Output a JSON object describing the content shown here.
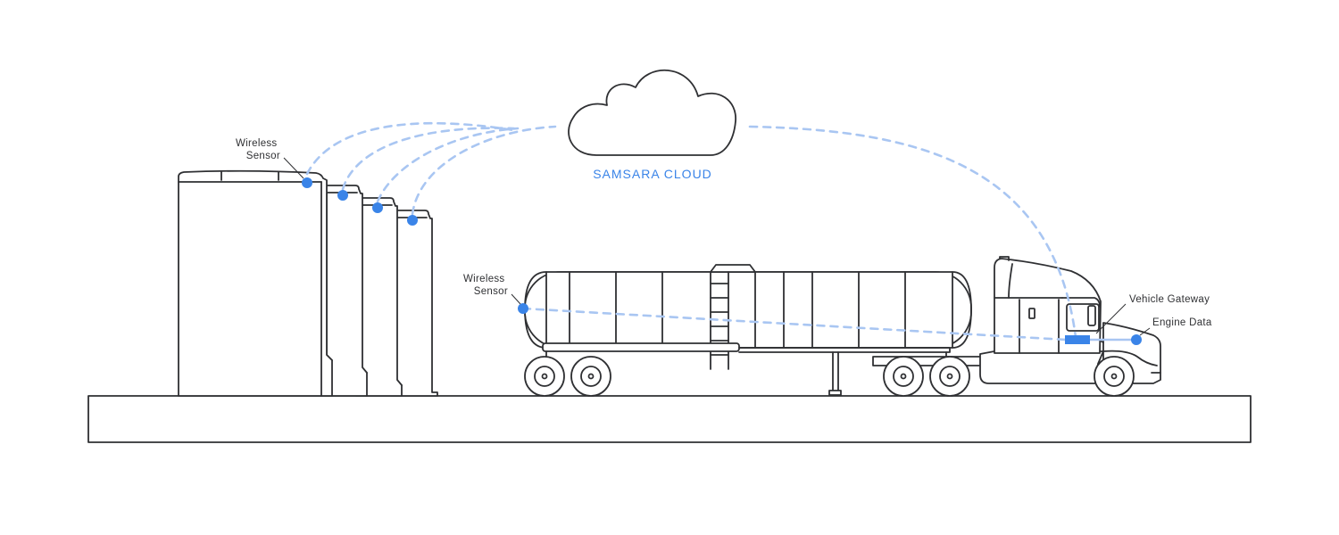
{
  "cloud": {
    "label": "SAMSARA CLOUD"
  },
  "labels": {
    "tank_sensor": [
      "Wireless",
      "Sensor"
    ],
    "trailer_sensor": [
      "Wireless",
      "Sensor"
    ],
    "vehicle_gateway": "Vehicle Gateway",
    "engine_data": "Engine Data"
  },
  "colors": {
    "accent": "#3a84e8",
    "link": "#a9c6f2",
    "line": "#2f3033"
  }
}
